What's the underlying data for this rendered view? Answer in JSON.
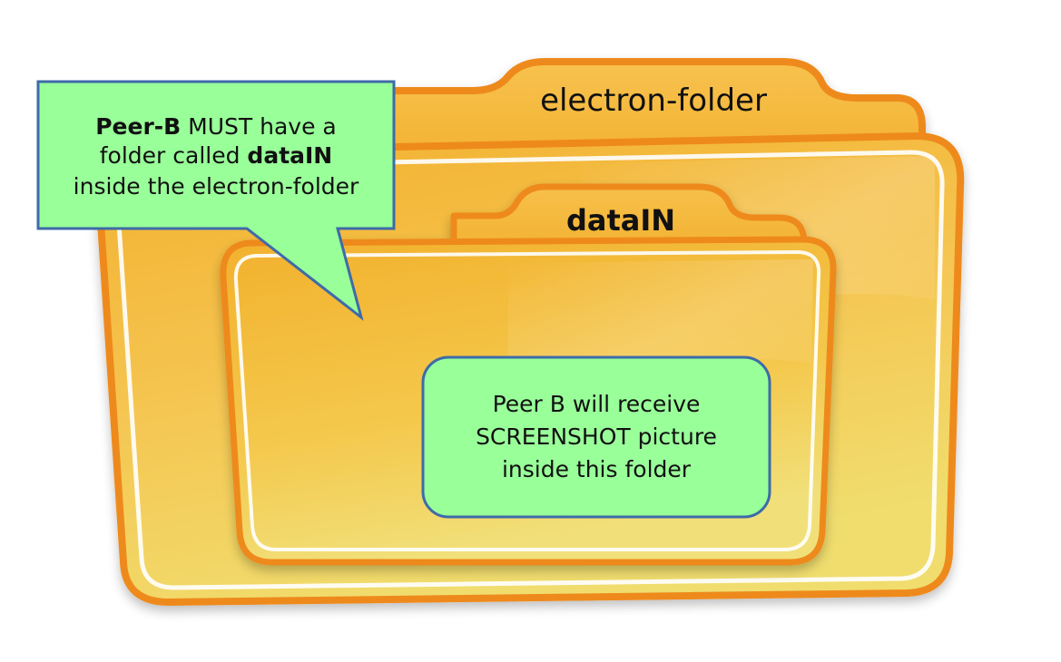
{
  "outer_folder": {
    "label": "electron-folder",
    "color": "#F5B83A",
    "border_color": "#EE8A1F"
  },
  "inner_folder": {
    "label": "dataIN",
    "color": "#F3B430",
    "border_color": "#EE8A1F"
  },
  "callout": {
    "line1_bold": "Peer-B",
    "line1_rest": " MUST have a",
    "line2_rest": "folder called ",
    "line2_bold": "dataIN",
    "line3": "inside the electron-folder",
    "fill": "#99FF99",
    "border": "#3E6BA8"
  },
  "note": {
    "line1": "Peer B will receive",
    "line2": "SCREENSHOT picture",
    "line3": "inside this folder",
    "fill": "#99FF99",
    "border": "#3E6BA8"
  }
}
